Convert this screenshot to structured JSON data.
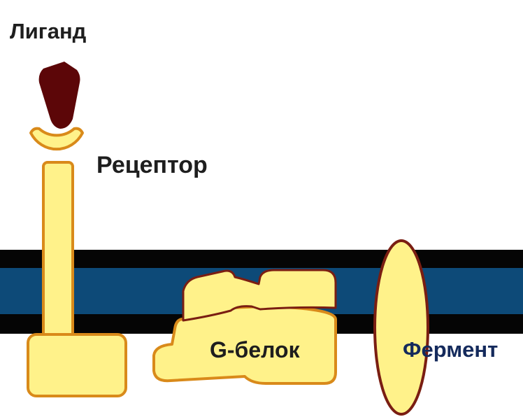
{
  "labels": {
    "ligand": "Лиганд",
    "receptor": "Рецептор",
    "g_protein": "G-белок",
    "enzyme": "Фермент"
  },
  "colors": {
    "background": "#ffffff",
    "membrane_outer": "#050505",
    "membrane_core": "#0d4a78",
    "protein_fill": "#fff28a",
    "protein_outline": "#d98a1a",
    "g_protein_outline": "#7a1e12",
    "ligand": "#5c0608",
    "label_text": "#1e1e1e",
    "enzyme_label_text": "#142a5c"
  }
}
